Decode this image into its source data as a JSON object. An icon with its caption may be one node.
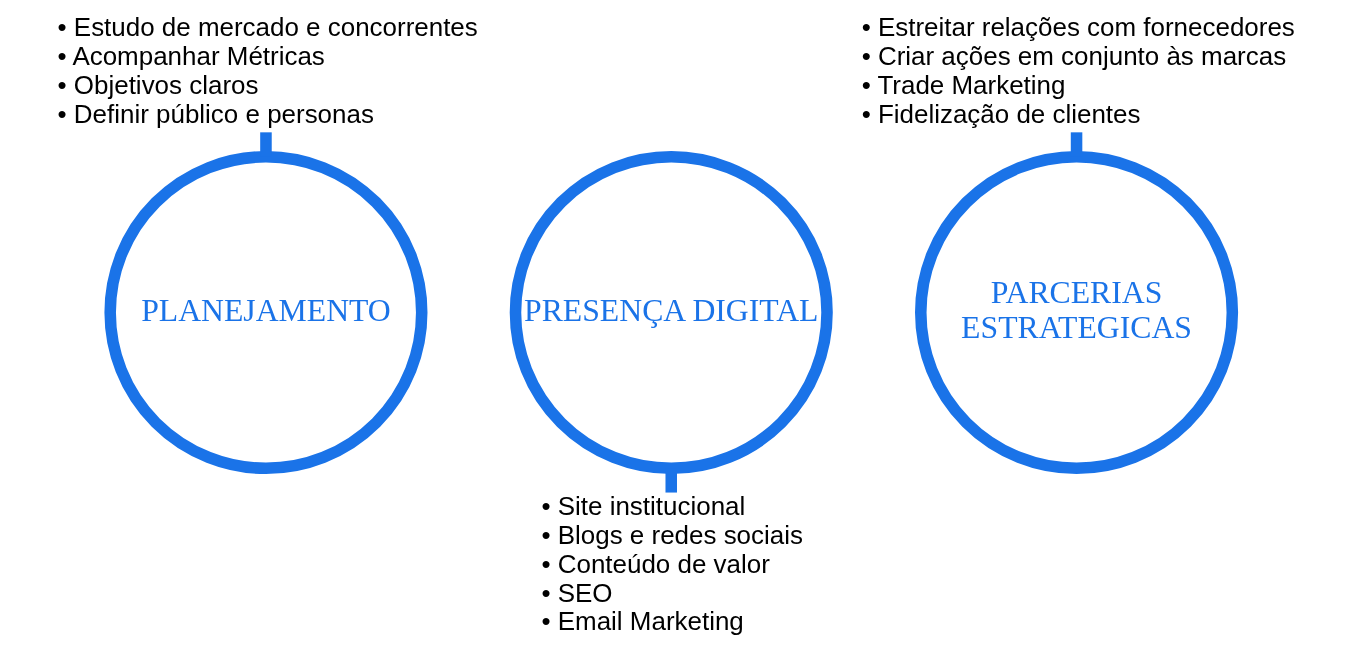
{
  "diagram": {
    "nodes": [
      {
        "text": [
          "PLANEJAMENTO"
        ]
      },
      {
        "text": [
          "• Estudo de mercado e concorrentes",
          "• Acompanhar Métricas",
          "• Objetivos claros",
          "• Definir público e personas"
        ]
      },
      {
        "text": [
          "PRESENÇA DIGITAL"
        ]
      },
      {
        "text": [
          "• Site institucional",
          "• Blogs e redes sociais",
          "• Conteúdo de valor",
          "• SEO",
          "• Email Marketing"
        ]
      },
      {
        "text": [
          "PARCERIAS ESTRATEGICAS"
        ]
      },
      {
        "text": [
          "• Estreitar relações com fornecedores",
          "• Criar ações em conjunto às marcas",
          "• Trade Marketing",
          "• Fidelização de clientes"
        ]
      }
    ],
    "edges": [
      {
        "from": 1,
        "to": 0,
        "arrow": "none"
      },
      {
        "from": 2,
        "to": 3,
        "arrow": "none"
      },
      {
        "from": 5,
        "to": 4,
        "arrow": "none"
      }
    ]
  }
}
